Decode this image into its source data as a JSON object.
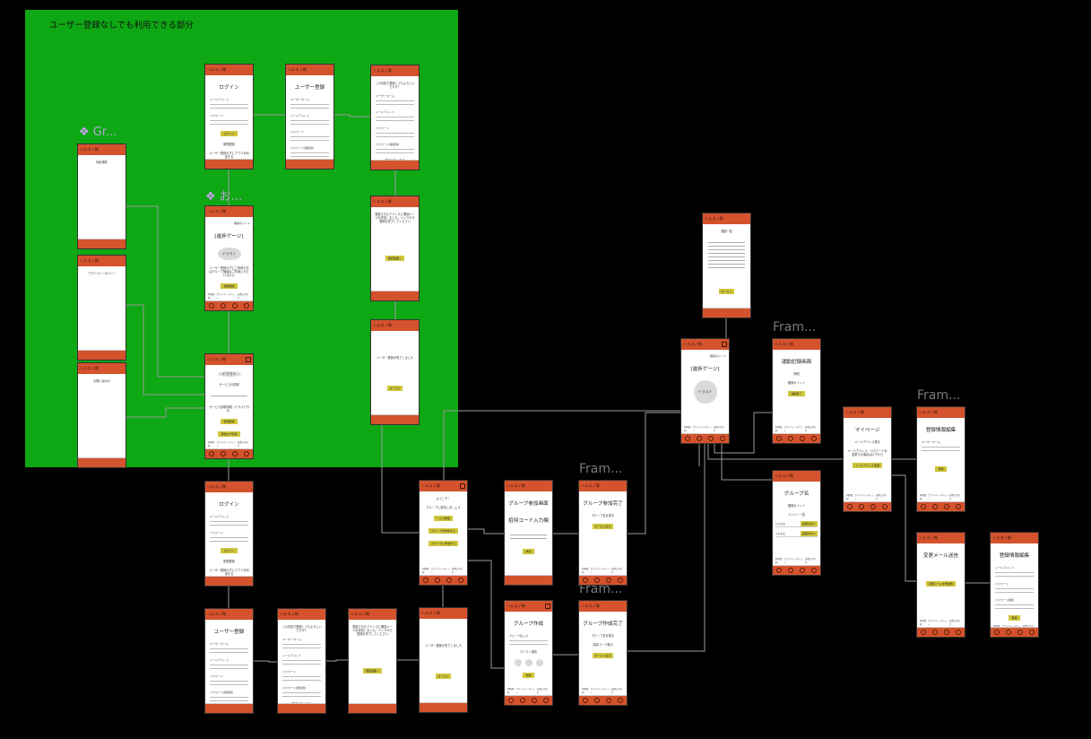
{
  "canvas": {
    "section_title": "ユーザー登録なしでも利用できる部分",
    "component_labels": [
      "Gr...",
      "お..."
    ],
    "frame_labels": [
      "Fram...",
      "Fram...",
      "Fram...",
      "Fram..."
    ],
    "colors": {
      "section_bg": "#0ea814",
      "header": "#d4532d",
      "button": "#cfc63a",
      "canvas_bg": "#000000"
    }
  },
  "app_name": "ヘルスノ隊",
  "footer_links": [
    "利用規約",
    "プライバシーポリシー",
    "お問い合わせ"
  ],
  "frames": {
    "login1": {
      "items": [
        {
          "t": "title",
          "v": "ログイン"
        },
        {
          "t": "field",
          "v": "メールアドレス"
        },
        {
          "t": "field",
          "v": "パスワード"
        },
        {
          "t": "button",
          "v": "ログイン"
        },
        {
          "t": "text",
          "v": "新規登録"
        },
        {
          "t": "text",
          "v": "ユーザー登録せずにアプリを利用する"
        }
      ]
    },
    "register1": {
      "items": [
        {
          "t": "title",
          "v": "ユーザー登録"
        },
        {
          "t": "field",
          "v": "ユーザーネーム"
        },
        {
          "t": "field",
          "v": "メールアドレス"
        },
        {
          "t": "field",
          "v": "パスワード"
        },
        {
          "t": "field",
          "v": "パスワード(確認用)"
        },
        {
          "t": "button",
          "v": "確認画面へ"
        }
      ]
    },
    "confirm1": {
      "items": [
        {
          "t": "text",
          "v": "この内容で登録してもよろしいですか？"
        },
        {
          "t": "field",
          "v": "ユーザーネーム"
        },
        {
          "t": "field",
          "v": "メールアドレス"
        },
        {
          "t": "field",
          "v": "パスワード"
        },
        {
          "t": "field",
          "v": "パスワード(確認用)"
        },
        {
          "t": "text",
          "v": "登録画面へ戻る"
        },
        {
          "t": "button",
          "v": "新規登録"
        }
      ]
    },
    "terms": {
      "items": [
        {
          "t": "text",
          "v": "利用規約"
        }
      ]
    },
    "privacy": {
      "items": [
        {
          "t": "text",
          "v": "プライバシーポリシー"
        }
      ]
    },
    "contact": {
      "items": [
        {
          "t": "text",
          "v": "お問い合わせ"
        }
      ]
    },
    "home1": {
      "nav": true,
      "items": [
        {
          "t": "right",
          "v": "獲得ポイント"
        },
        {
          "t": "title",
          "v": "[進捗ゲージ]"
        },
        {
          "t": "circle",
          "v": "イラスト"
        },
        {
          "t": "text",
          "v": "ユーザー登録せずにご利用の方はグループ機能はご利用いただけません"
        },
        {
          "t": "button",
          "v": "運動開始"
        }
      ]
    },
    "top": {
      "nav": true,
      "icon": "logout",
      "items": [
        {
          "t": "circle",
          "v": "イラスト"
        },
        {
          "t": "text",
          "v": "サービスの説明"
        },
        {
          "t": "lines",
          "n": 1
        },
        {
          "t": "text",
          "v": "サービス説明詳細（イラスト付き）"
        },
        {
          "t": "button",
          "v": "新規登録"
        },
        {
          "t": "button",
          "v": "登録せず利用"
        }
      ]
    },
    "mail_sent1": {
      "items": [
        {
          "t": "text",
          "v": "登録されたアドレスに確認メールを送信しました。リンクから登録を完了してください"
        },
        {
          "t": "spacer"
        },
        {
          "t": "button",
          "v": "確認画面へ"
        },
        {
          "t": "spacer"
        }
      ]
    },
    "done1": {
      "items": [
        {
          "t": "spacer"
        },
        {
          "t": "text",
          "v": "ユーザー登録が完了しました"
        },
        {
          "t": "spacer"
        },
        {
          "t": "button",
          "v": "ホームへ"
        },
        {
          "t": "spacer"
        }
      ]
    },
    "login2": {
      "items": [
        {
          "t": "title",
          "v": "ログイン"
        },
        {
          "t": "field",
          "v": "メールアドレス"
        },
        {
          "t": "field",
          "v": "パスワード"
        },
        {
          "t": "button",
          "v": "ログイン"
        },
        {
          "t": "text",
          "v": "新規登録"
        },
        {
          "t": "text",
          "v": "ユーザー登録せずにアプリを利用する"
        }
      ]
    },
    "register2": {
      "items": [
        {
          "t": "title",
          "v": "ユーザー登録"
        },
        {
          "t": "field",
          "v": "ユーザーネーム"
        },
        {
          "t": "field",
          "v": "メールアドレス"
        },
        {
          "t": "field",
          "v": "パスワード"
        },
        {
          "t": "field",
          "v": "パスワード(確認用)"
        },
        {
          "t": "button",
          "v": "確認画面へ"
        }
      ]
    },
    "confirm2": {
      "items": [
        {
          "t": "text",
          "v": "この内容で登録してもよろしいですか？"
        },
        {
          "t": "field",
          "v": "ユーザーネーム"
        },
        {
          "t": "field",
          "v": "メールアドレス"
        },
        {
          "t": "field",
          "v": "パスワード"
        },
        {
          "t": "field",
          "v": "パスワード(確認用)"
        },
        {
          "t": "text",
          "v": "登録画面へ戻る"
        },
        {
          "t": "button",
          "v": "新規登録"
        }
      ]
    },
    "mail_sent2": {
      "items": [
        {
          "t": "text",
          "v": "登録されたアドレスに確認メールを送信しました。リンクから登録を完了してください"
        },
        {
          "t": "spacer"
        },
        {
          "t": "button",
          "v": "確認画面へ"
        },
        {
          "t": "spacer"
        }
      ]
    },
    "done2": {
      "items": [
        {
          "t": "spacer"
        },
        {
          "t": "text",
          "v": "ユーザー登録が完了しました"
        },
        {
          "t": "spacer"
        },
        {
          "t": "button",
          "v": "ホームへ"
        },
        {
          "t": "spacer"
        }
      ]
    },
    "welcome": {
      "nav": true,
      "icon": "settings",
      "items": [
        {
          "t": "text",
          "v": "ようこそ！"
        },
        {
          "t": "text",
          "v": "グループに参加しましょう"
        },
        {
          "t": "button",
          "v": "一人で参加"
        },
        {
          "t": "button",
          "v": "グループを作成する"
        },
        {
          "t": "button",
          "v": "グループに参加する"
        }
      ]
    },
    "group_join": {
      "items": [
        {
          "t": "title",
          "v": "グループ参加画面"
        },
        {
          "t": "title",
          "v": "招待コード入力欄"
        },
        {
          "t": "lines",
          "n": 2
        },
        {
          "t": "button",
          "v": "参加"
        }
      ]
    },
    "group_join_done": {
      "nav": true,
      "items": [
        {
          "t": "title",
          "v": "グループ参加完了"
        },
        {
          "t": "text",
          "v": "グループ名を表示"
        },
        {
          "t": "button",
          "v": "ホームへ戻る"
        }
      ]
    },
    "group_create": {
      "nav": true,
      "icon": "logout",
      "items": [
        {
          "t": "title",
          "v": "グループ作成"
        },
        {
          "t": "field",
          "v": "グループ名入力"
        },
        {
          "t": "text",
          "v": "アイコン選択"
        },
        {
          "t": "circles"
        },
        {
          "t": "button",
          "v": "作成"
        }
      ]
    },
    "group_create_done": {
      "nav": true,
      "items": [
        {
          "t": "title",
          "v": "グループ作成完了"
        },
        {
          "t": "text",
          "v": "グループ名を表示"
        },
        {
          "t": "text",
          "v": "招待コード表示"
        },
        {
          "t": "button",
          "v": "ホームへ戻る"
        }
      ]
    },
    "exercise_list": {
      "items": [
        {
          "t": "text",
          "v": "運動一覧"
        },
        {
          "t": "lines",
          "n": 8
        },
        {
          "t": "spacer"
        },
        {
          "t": "button",
          "v": "ホームへ"
        },
        {
          "t": "spacer"
        }
      ]
    },
    "home2": {
      "nav": true,
      "icon": "settings",
      "items": [
        {
          "t": "right",
          "v": "獲得ポイント"
        },
        {
          "t": "title",
          "v": "[進捗ゲージ]"
        },
        {
          "t": "circle",
          "v": "イラスト"
        }
      ]
    },
    "exercise_record": {
      "nav": true,
      "items": [
        {
          "t": "title",
          "v": "運動記録画面"
        },
        {
          "t": "text",
          "v": "時間"
        },
        {
          "t": "text",
          "v": "獲得ポイント"
        },
        {
          "t": "button",
          "v": "運動終了"
        }
      ]
    },
    "group_page": {
      "nav": true,
      "items": [
        {
          "t": "title",
          "v": "グループ名"
        },
        {
          "t": "text",
          "v": "獲得ポイント"
        },
        {
          "t": "text",
          "v": "メンバー一覧"
        },
        {
          "t": "member",
          "v": "○○さん",
          "b": "応援ボタン"
        },
        {
          "t": "member",
          "v": "××さん",
          "b": "応援ボタン"
        }
      ]
    },
    "mypage": {
      "nav": true,
      "items": [
        {
          "t": "title",
          "v": "マイページ"
        },
        {
          "t": "text",
          "v": "メールアドレス表示"
        },
        {
          "t": "text",
          "v": "メールアドレス、パスワードを変更する場合は以下から"
        },
        {
          "t": "button",
          "v": "メールアドレス変更"
        }
      ]
    },
    "profile_edit1": {
      "nav": true,
      "items": [
        {
          "t": "title",
          "v": "登録情報編集"
        },
        {
          "t": "field",
          "v": "ユーザーネーム"
        },
        {
          "t": "spacer"
        },
        {
          "t": "button",
          "v": "登録"
        },
        {
          "t": "spacer"
        }
      ]
    },
    "change_mail": {
      "nav": true,
      "items": [
        {
          "t": "title",
          "v": "変更メール送信"
        },
        {
          "t": "spacer"
        },
        {
          "t": "button",
          "v": "変更メールを再送信"
        },
        {
          "t": "spacer"
        }
      ]
    },
    "profile_edit2": {
      "nav": true,
      "items": [
        {
          "t": "title",
          "v": "登録情報編集"
        },
        {
          "t": "field",
          "v": "メールアドレス"
        },
        {
          "t": "field",
          "v": "パスワード"
        },
        {
          "t": "field",
          "v": "パスワード確認"
        },
        {
          "t": "button",
          "v": "登録"
        }
      ]
    }
  }
}
